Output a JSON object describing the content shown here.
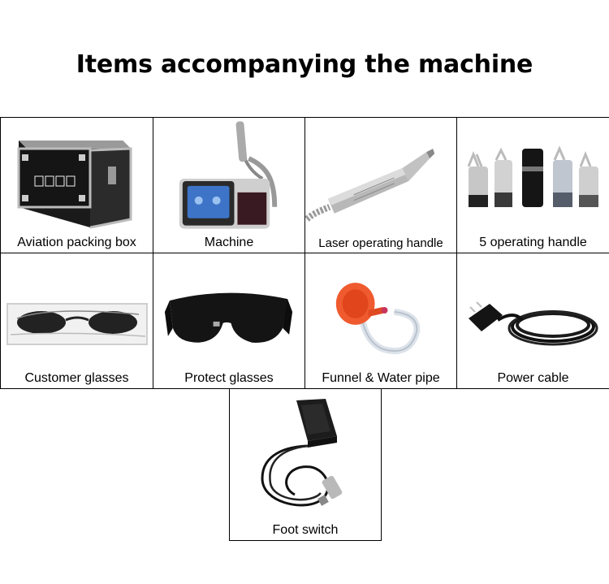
{
  "title": "Items accompanying the machine",
  "items": [
    {
      "label": "Aviation packing box",
      "icon": "packing-box-icon"
    },
    {
      "label": "Machine",
      "icon": "laser-machine-icon"
    },
    {
      "label": "Laser operating handle",
      "icon": "laser-handle-icon"
    },
    {
      "label": "5 operating handle",
      "icon": "handle-tips-icon"
    },
    {
      "label": "Customer glasses",
      "icon": "customer-glasses-icon"
    },
    {
      "label": "Protect glasses",
      "icon": "protect-glasses-icon"
    },
    {
      "label": "Funnel & Water pipe",
      "icon": "funnel-pipe-icon"
    },
    {
      "label": "Power cable",
      "icon": "power-cable-icon"
    },
    {
      "label": "Foot switch",
      "icon": "foot-switch-icon"
    }
  ]
}
